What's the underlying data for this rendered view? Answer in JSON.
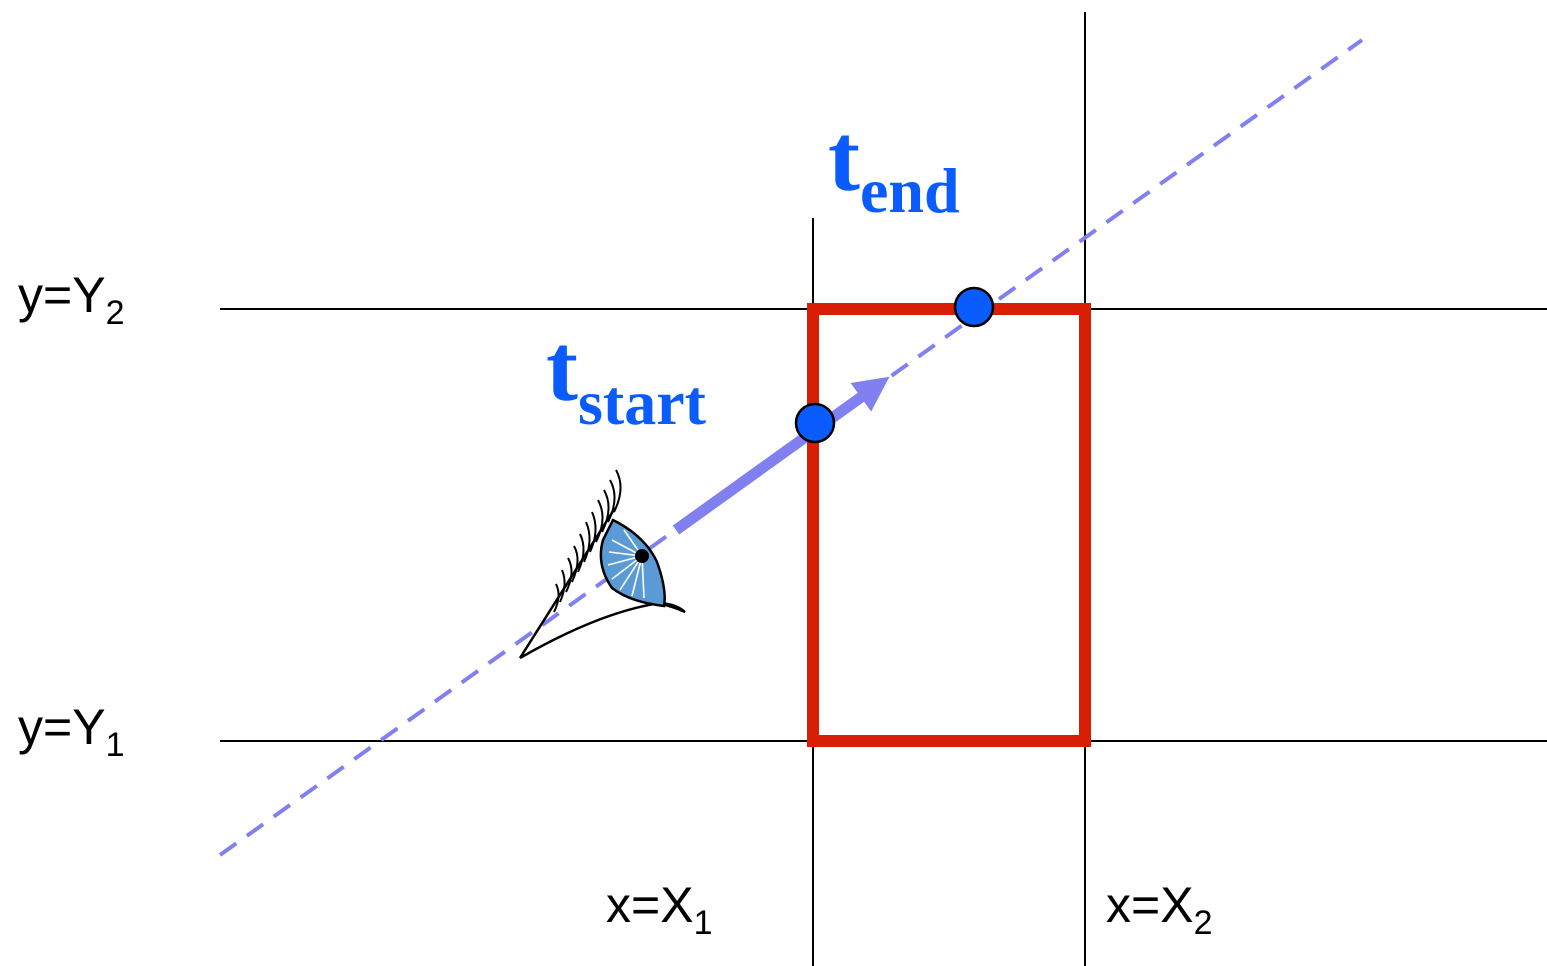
{
  "labels": {
    "y2": {
      "base": "y=Y",
      "sub": "2"
    },
    "y1": {
      "base": "y=Y",
      "sub": "1"
    },
    "x1": {
      "base": "x=X",
      "sub": "1"
    },
    "x2": {
      "base": "x=X",
      "sub": "2"
    },
    "t_start": {
      "base": "t",
      "sub": "start"
    },
    "t_end": {
      "base": "t",
      "sub": "end"
    }
  },
  "colors": {
    "box": "#d81e05",
    "ray": "#8080f0",
    "point": "#0a5cff",
    "label_blue": "#0a5cff",
    "grid": "#000000",
    "iris": "#5b9bd5"
  },
  "icons": {
    "viewer": "eye-icon"
  }
}
